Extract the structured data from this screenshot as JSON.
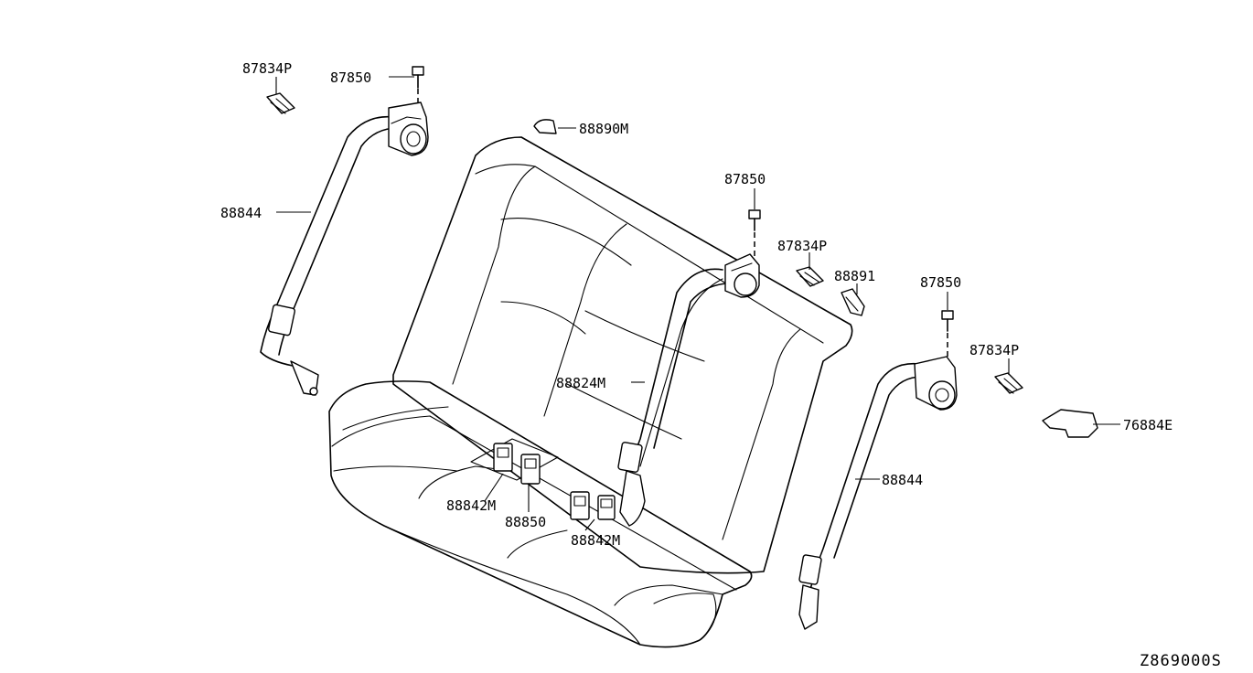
{
  "diagram": {
    "code": "Z869000S",
    "callouts": [
      {
        "id": "c1",
        "text": "87834P"
      },
      {
        "id": "c2",
        "text": "87850"
      },
      {
        "id": "c3",
        "text": "88890M"
      },
      {
        "id": "c4",
        "text": "88844"
      },
      {
        "id": "c5",
        "text": "87850"
      },
      {
        "id": "c6",
        "text": "87834P"
      },
      {
        "id": "c7",
        "text": "88891"
      },
      {
        "id": "c8",
        "text": "87850"
      },
      {
        "id": "c9",
        "text": "87834P"
      },
      {
        "id": "c10",
        "text": "76884E"
      },
      {
        "id": "c11",
        "text": "88824M"
      },
      {
        "id": "c12",
        "text": "88844"
      },
      {
        "id": "c13",
        "text": "88842M"
      },
      {
        "id": "c14",
        "text": "88850"
      },
      {
        "id": "c15",
        "text": "88842M"
      }
    ]
  }
}
